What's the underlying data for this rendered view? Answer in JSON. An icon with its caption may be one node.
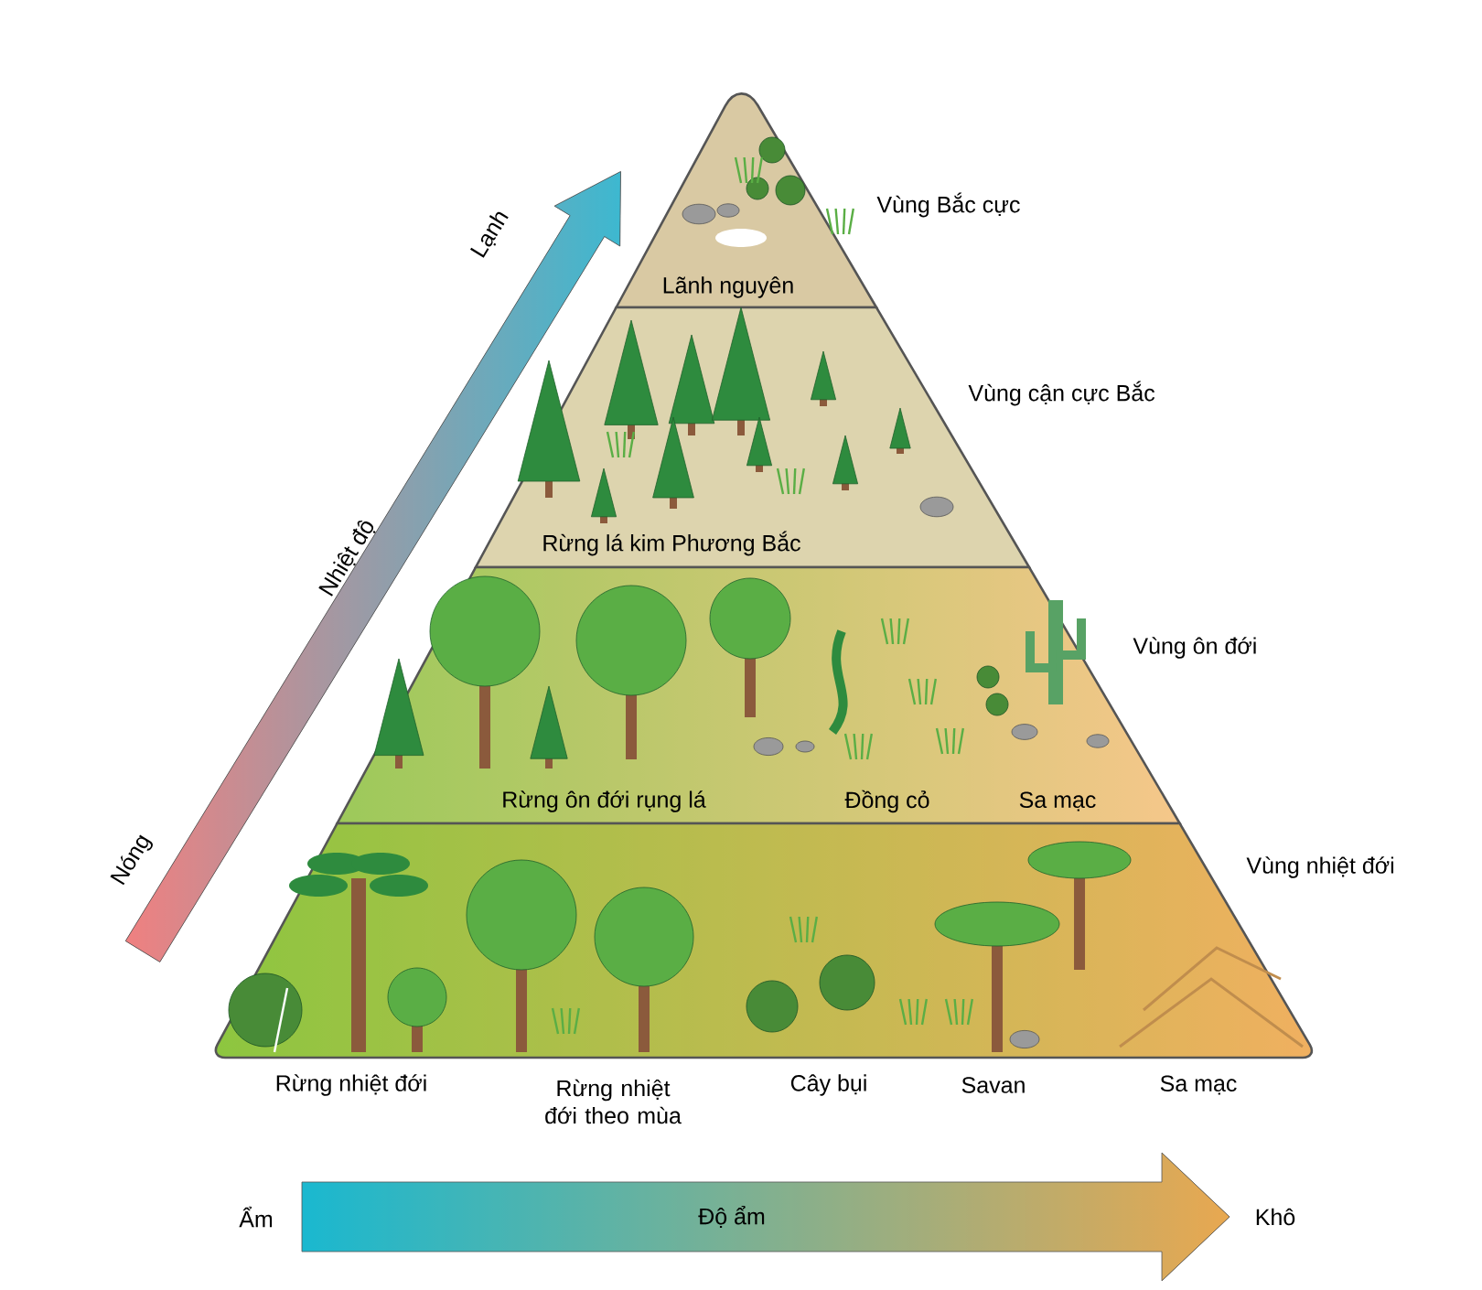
{
  "diagram": {
    "nodes": [
      {
        "text": [
          "Lãnh nguyên"
        ],
        "beside": [
          "Vùng Bắc cực"
        ]
      },
      {
        "text": [
          "Rừng lá kim Phương Bắc"
        ],
        "beside": [
          "Vùng cận cực Bắc"
        ]
      },
      {
        "text": [
          "Rừng ôn đới rụng lá",
          "Đồng cỏ",
          "Sa mạc"
        ],
        "beside": [
          "Vùng ôn đới"
        ]
      },
      {
        "text": [
          "Rừng nhiệt đới",
          "Rừng nhiệt đới theo mùa",
          "Cây bụi",
          "Savan",
          "Sa mạc"
        ],
        "beside": [
          "Vùng nhiệt đới"
        ]
      }
    ],
    "labels": [
      "Lạnh",
      "Nhiệt độ",
      "Nóng",
      "Ẩm",
      "Độ ẩm",
      "Khô"
    ]
  }
}
